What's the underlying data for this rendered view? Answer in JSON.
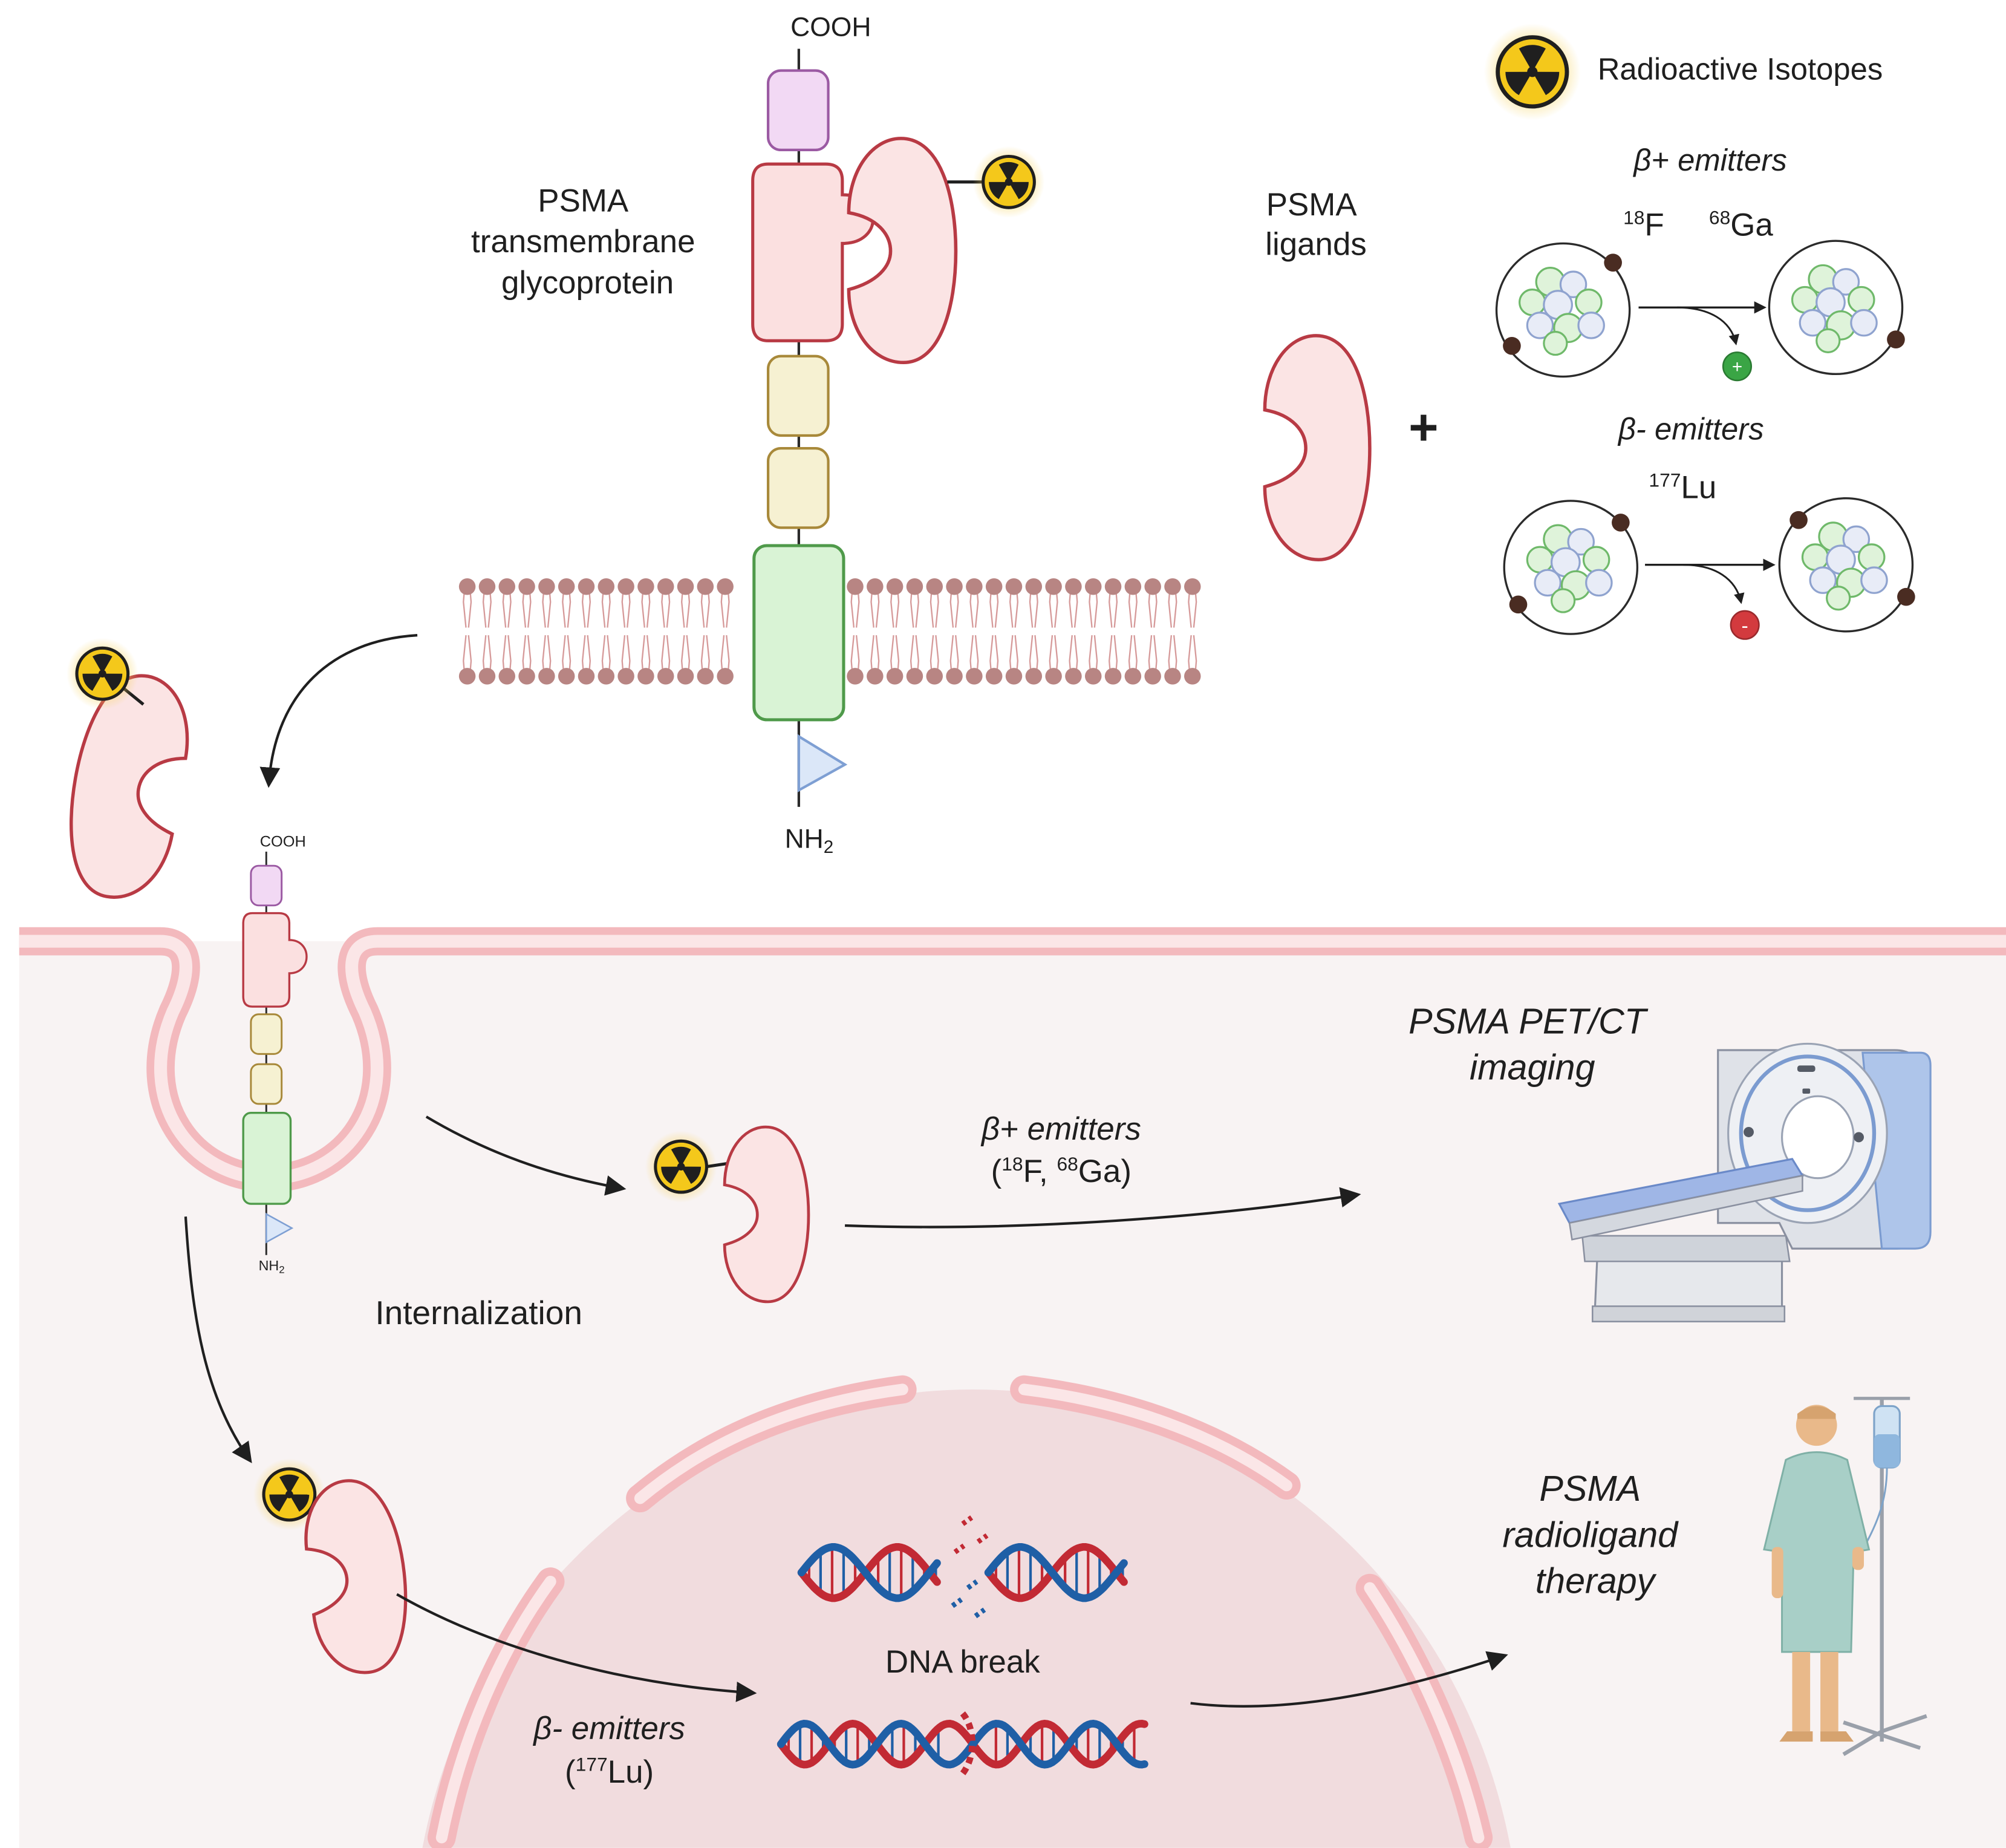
{
  "labels": {
    "cooh_top": "COOH",
    "nh2_top": "NH",
    "nh2_sub": "2",
    "psma_protein": [
      "PSMA",
      "transmembrane",
      "glycoprotein"
    ],
    "psma_ligands": [
      "PSMA",
      "ligands"
    ],
    "plus": "+",
    "radioactive_isotopes": "Radioactive Isotopes",
    "beta_plus_emitters_title": "β+ emitters",
    "beta_minus_emitters_title": "β- emitters",
    "iso_f_mass": "18",
    "iso_f_symbol": "F",
    "iso_ga_mass": "68",
    "iso_ga_symbol": "Ga",
    "iso_lu_mass": "177",
    "iso_lu_symbol": "Lu",
    "positron_sign": "+",
    "electron_sign": "-",
    "cooh_small": "COOH",
    "nh2_small": "NH",
    "nh2_small_sub": "2",
    "internalization": "Internalization",
    "pet_title": [
      "PSMA PET/CT",
      "imaging"
    ],
    "beta_plus_path": "β+ emitters",
    "beta_plus_iso_open": "(",
    "beta_plus_iso_f_mass": "18",
    "beta_plus_iso_f": "F, ",
    "beta_plus_iso_ga_mass": "68",
    "beta_plus_iso_ga": "Ga)",
    "dna_break": "DNA break",
    "beta_minus_path": "β- emitters",
    "beta_minus_iso_open": "(",
    "beta_minus_iso_lu_mass": "177",
    "beta_minus_iso_lu": "Lu)",
    "therapy_title": [
      "PSMA",
      "radioligand",
      "therapy"
    ]
  },
  "colors": {
    "ligand_fill": "#fbe4e4",
    "ligand_stroke": "#b83a44",
    "cooh_domain": "#f2d9f4",
    "protease_domain": "#fbe0e0",
    "apical_domain": "#f6f1d2",
    "tm_domain": "#d9f3d5",
    "membrane_head": "#b88583",
    "cell_interior": "#f8f3f3",
    "cell_membrane": "#f3b9bd",
    "nucleus": "#f1dcde",
    "radioactive": "#f4c81b",
    "dna_red": "#c22a34",
    "dna_blue": "#1f5fa6",
    "positron": "#3aa545",
    "electron": "#d33a3e"
  }
}
